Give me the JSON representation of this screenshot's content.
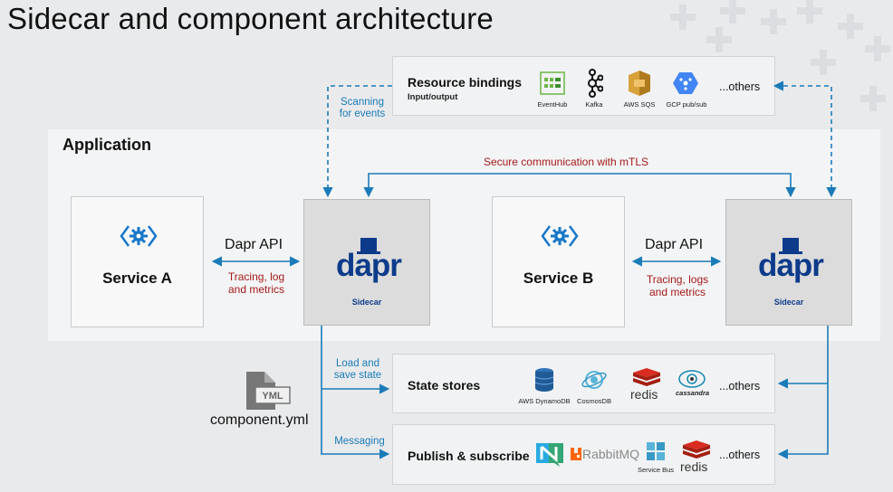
{
  "title": "Sidecar and component architecture",
  "application_label": "Application",
  "service_a": {
    "name": "Service A"
  },
  "service_b": {
    "name": "Service B"
  },
  "dapr_api_label": "Dapr API",
  "tracing_a": [
    "Tracing, log",
    "and metrics"
  ],
  "tracing_b": [
    "Tracing, logs",
    "and metrics"
  ],
  "sidecar": {
    "brand": "dapr",
    "label": "Sidecar"
  },
  "mtls_label": "Secure communication with mTLS",
  "scanning_label": [
    "Scanning",
    "for events"
  ],
  "load_save_label": [
    "Load and",
    "save state"
  ],
  "messaging_label": "Messaging",
  "component_file": {
    "icon_text": "YML",
    "name": "component.yml"
  },
  "resource_bindings": {
    "title": "Resource bindings",
    "subtitle": "Input/output",
    "logos": [
      "EventHub",
      "Kafka",
      "AWS SQS",
      "GCP pub/sub"
    ],
    "others": "...others"
  },
  "state_stores": {
    "title": "State stores",
    "logos": [
      "AWS DynamoDB",
      "CosmosDB",
      "redis",
      "cassandra"
    ],
    "others": "...others"
  },
  "pubsub": {
    "title": "Publish & subscribe",
    "logos": [
      "RabbitMQ",
      "Service Bus",
      "redis"
    ],
    "others": "...others"
  },
  "colors": {
    "arrow_blue": "#1a7bb8",
    "red_text": "#a51a1a",
    "dapr_navy": "#0d3b8a"
  }
}
